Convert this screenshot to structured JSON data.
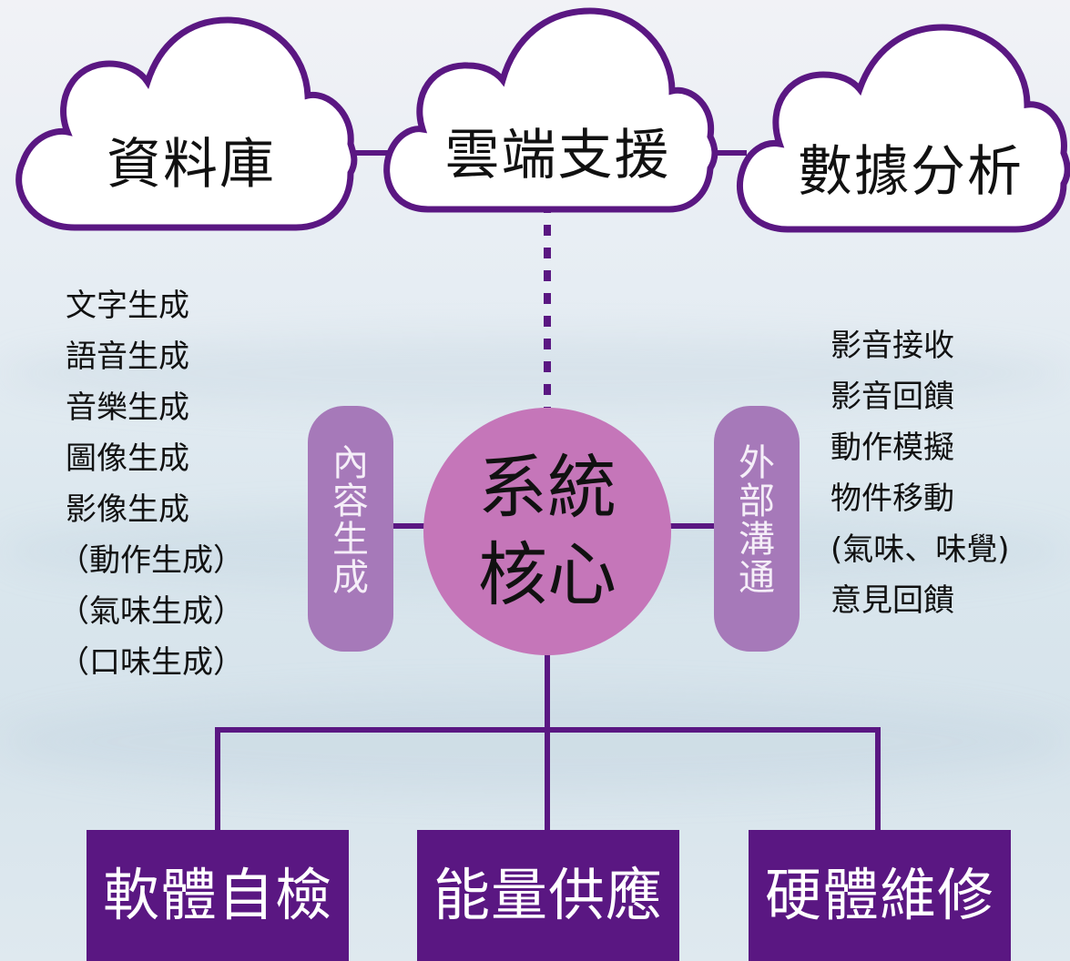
{
  "clouds": [
    {
      "label": "資料庫"
    },
    {
      "label": "雲端支援"
    },
    {
      "label": "數據分析"
    }
  ],
  "left_list": [
    "文字生成",
    "語音生成",
    "音樂生成",
    "圖像生成",
    "影像生成",
    "（動作生成）",
    "（氣味生成）",
    "（口味生成）"
  ],
  "right_list": [
    "影音接收",
    "影音回饋",
    "動作模擬",
    "物件移動",
    "(氣味、味覺)",
    "意見回饋"
  ],
  "left_pill": [
    "內",
    "容",
    "生",
    "成"
  ],
  "right_pill": [
    "外",
    "部",
    "溝",
    "通"
  ],
  "core": [
    "系統",
    "核心"
  ],
  "boxes": [
    {
      "label": "軟體自檢"
    },
    {
      "label": "能量供應"
    },
    {
      "label": "硬體維修"
    }
  ],
  "colors": {
    "line": "#5a1782",
    "cloud_outline": "#5a1782",
    "pill": "#a679b9",
    "core": "#c576b9",
    "box": "#5a1782"
  }
}
